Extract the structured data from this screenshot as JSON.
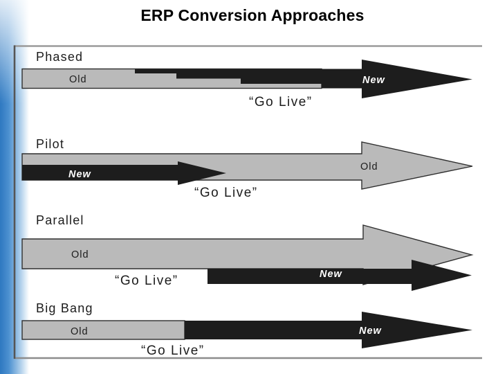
{
  "title": "ERP Conversion Approaches",
  "sections": [
    {
      "name": "Phased",
      "old": "Old",
      "new": "New",
      "go_live": "“Go Live”"
    },
    {
      "name": "Pilot",
      "old": "Old",
      "new": "New",
      "go_live": "“Go Live”"
    },
    {
      "name": "Parallel",
      "old": "Old",
      "new": "New",
      "go_live": "“Go Live”"
    },
    {
      "name": "Big Bang",
      "old": "Old",
      "new": "New",
      "go_live": "“Go Live”"
    }
  ],
  "colors": {
    "accent_blue": "#2e78c0",
    "old_system_gray": "#bababa",
    "new_system_black": "#1d1d1d",
    "label_text": "#1c1c1c",
    "new_label_text": "#ffffff",
    "box_border_gray": "#9a9a9a"
  }
}
